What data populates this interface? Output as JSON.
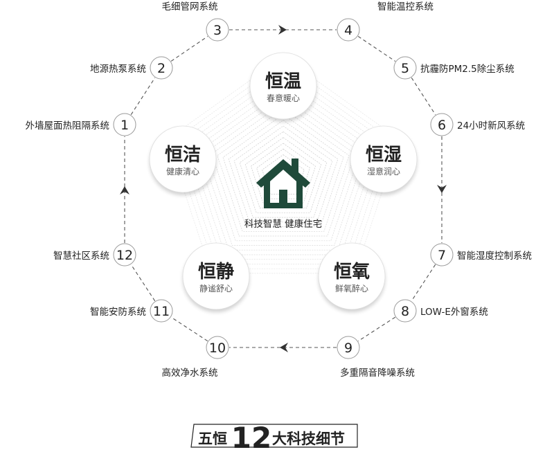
{
  "systems": [
    {
      "num": "1",
      "label": "外墙屋面热阻隔系统"
    },
    {
      "num": "2",
      "label": "地源热泵系统"
    },
    {
      "num": "3",
      "label": "毛细管网系统"
    },
    {
      "num": "4",
      "label": "智能温控系统"
    },
    {
      "num": "5",
      "label": "抗霾防PM2.5除尘系统"
    },
    {
      "num": "6",
      "label": "24小时新风系统"
    },
    {
      "num": "7",
      "label": "智能湿度控制系统"
    },
    {
      "num": "8",
      "label": "LOW-E外窗系统"
    },
    {
      "num": "9",
      "label": "多重隔音降噪系统"
    },
    {
      "num": "10",
      "label": "高效净水系统"
    },
    {
      "num": "11",
      "label": "智能安防系统"
    },
    {
      "num": "12",
      "label": "智慧社区系统"
    }
  ],
  "pillars": [
    {
      "title": "恒温",
      "subtitle": "春意暖心"
    },
    {
      "title": "恒湿",
      "subtitle": "湿意润心"
    },
    {
      "title": "恒氧",
      "subtitle": "鲜氧醉心"
    },
    {
      "title": "恒静",
      "subtitle": "静谧舒心"
    },
    {
      "title": "恒洁",
      "subtitle": "健康清心"
    }
  ],
  "center": {
    "caption": "科技智慧  健康住宅"
  },
  "footer": {
    "left": "五恒",
    "number": "12",
    "right": "大科技细节"
  },
  "colors": {
    "house": "#1f4a3a",
    "line": "#555555",
    "web": "#bdbdbd"
  }
}
